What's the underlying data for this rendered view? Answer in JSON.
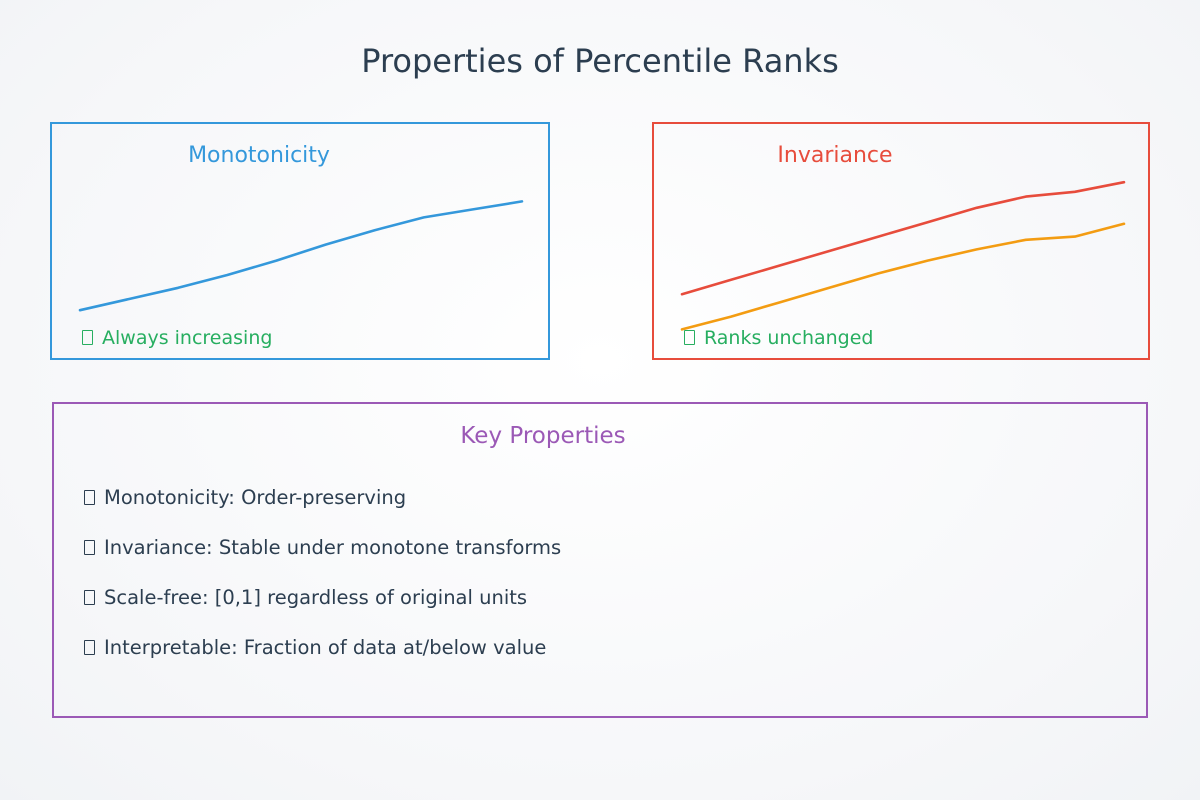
{
  "page": {
    "title": "Properties of Percentile Ranks"
  },
  "panels": {
    "monotonicity": {
      "title": "Monotonicity",
      "caption": "Always increasing"
    },
    "invariance": {
      "title": "Invariance",
      "caption": "Ranks unchanged"
    },
    "key_properties": {
      "title": "Key Properties",
      "items": [
        "Monotonicity: Order-preserving",
        "Invariance: Stable under monotone transforms",
        "Scale-free: [0,1] regardless of original units",
        "Interpretable: Fraction of data at/below value"
      ]
    }
  },
  "colors": {
    "title_text": "#2c3e50",
    "body_text": "#2c3e50",
    "monotonicity_accent": "#3498db",
    "invariance_accent": "#e74c3c",
    "key_properties_accent": "#9b59b6",
    "caption_green": "#27ae60",
    "orange_line": "#f39c12"
  },
  "chart_data": [
    {
      "type": "line",
      "title": "Monotonicity",
      "xlabel": "",
      "ylabel": "",
      "axes_visible": false,
      "grid": false,
      "ylim": [
        0,
        1
      ],
      "x": [
        0,
        1,
        2,
        3,
        4,
        5,
        6,
        7,
        8,
        9
      ],
      "series": [
        {
          "name": "percentile-rank",
          "color": "#3498db",
          "values": [
            0.18,
            0.25,
            0.32,
            0.4,
            0.49,
            0.59,
            0.68,
            0.76,
            0.81,
            0.86
          ]
        }
      ],
      "annotation": "Always increasing",
      "legend": "none"
    },
    {
      "type": "line",
      "title": "Invariance",
      "xlabel": "",
      "ylabel": "",
      "axes_visible": false,
      "grid": false,
      "ylim": [
        0,
        1
      ],
      "x": [
        0,
        1,
        2,
        3,
        4,
        5,
        6,
        7,
        8,
        9
      ],
      "series": [
        {
          "name": "upper-line",
          "color": "#e74c3c",
          "values": [
            0.28,
            0.37,
            0.46,
            0.55,
            0.64,
            0.73,
            0.82,
            0.89,
            0.92,
            0.98
          ]
        },
        {
          "name": "lower-line",
          "color": "#f39c12",
          "values": [
            0.06,
            0.14,
            0.23,
            0.32,
            0.41,
            0.49,
            0.56,
            0.62,
            0.64,
            0.72
          ]
        }
      ],
      "annotation": "Ranks unchanged",
      "legend": "none"
    }
  ]
}
